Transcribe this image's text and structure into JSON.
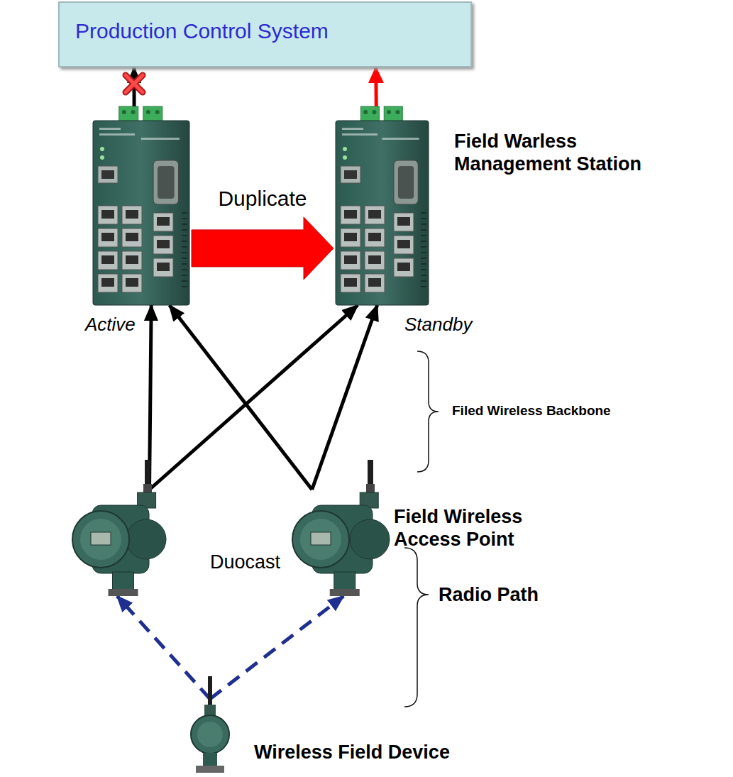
{
  "diagram": {
    "nodes": [
      {
        "text": [
          "Production Control System"
        ]
      },
      {
        "text": [
          "Active"
        ]
      },
      {
        "text": [
          "Standby"
        ]
      },
      {
        "text": []
      },
      {
        "text": []
      },
      {
        "text": []
      }
    ],
    "edges": [
      {
        "from": 1,
        "to": 0,
        "arrow": "to"
      },
      {
        "from": 2,
        "to": 0,
        "arrow": "to"
      },
      {
        "from": 1,
        "to": 2,
        "arrow": "to",
        "label": "Duplicate"
      },
      {
        "from": 3,
        "to": 1,
        "arrow": "to"
      },
      {
        "from": 3,
        "to": 2,
        "arrow": "to"
      },
      {
        "from": 4,
        "to": 1,
        "arrow": "to"
      },
      {
        "from": 4,
        "to": 2,
        "arrow": "to"
      },
      {
        "from": 5,
        "to": 3,
        "arrow": "to"
      },
      {
        "from": 5,
        "to": 4,
        "arrow": "to"
      }
    ],
    "labels": [
      "Field Warless Management Station",
      "Filed Wireless Backbone",
      "Field Wireless Access Point",
      "Duocast",
      "Radio Path",
      "Wireless Field Device"
    ]
  }
}
